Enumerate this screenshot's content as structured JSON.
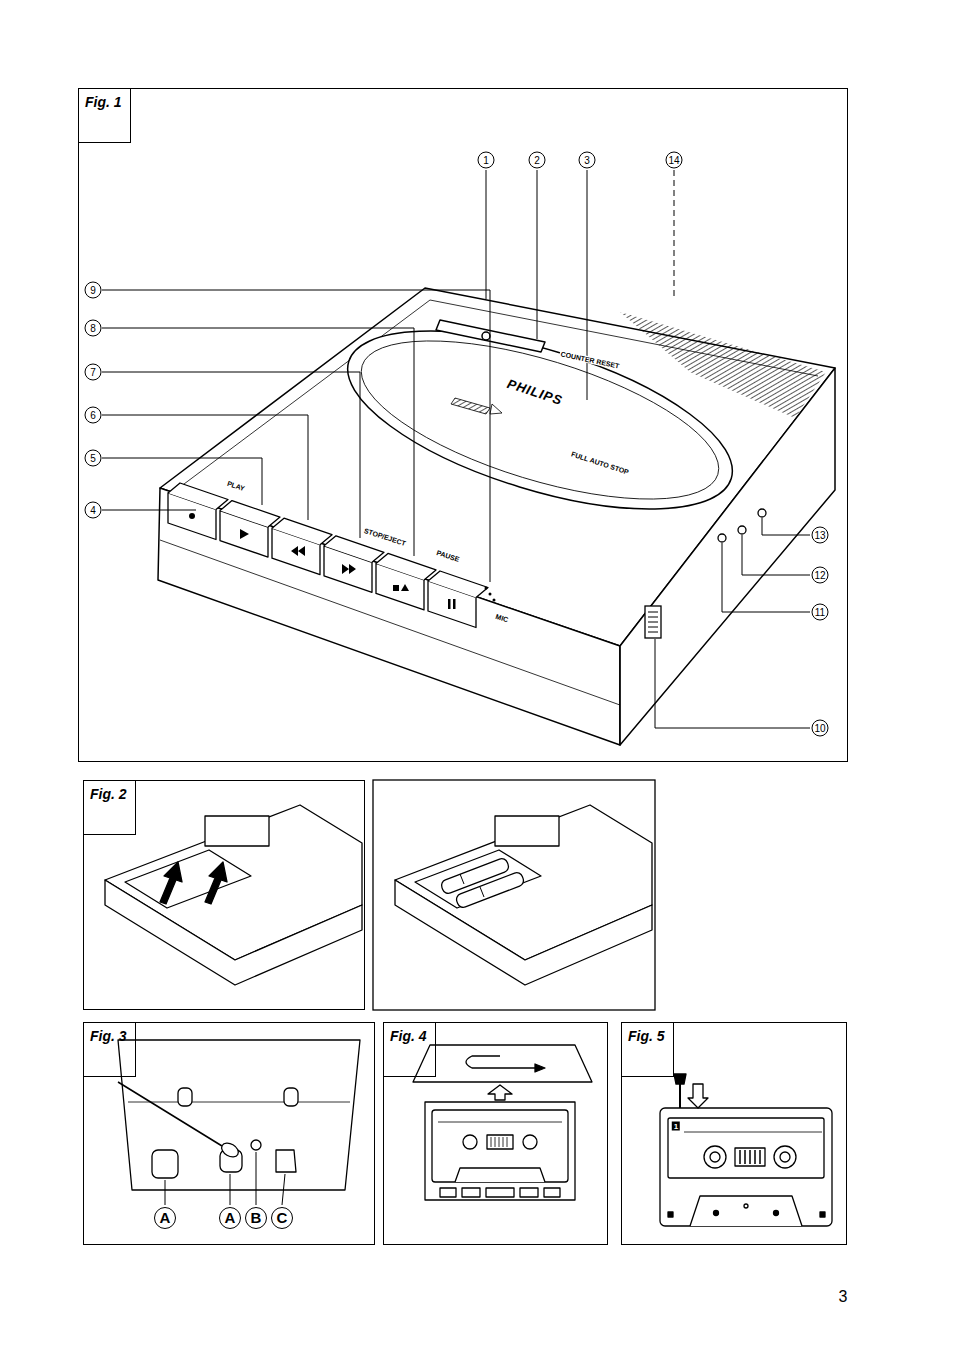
{
  "diagram": {
    "nodes": [
      {
        "text": [
          "Fig. 1"
        ]
      },
      {
        "text": [
          "Fig. 2"
        ]
      },
      {
        "text": [
          "Fig. 3"
        ]
      },
      {
        "text": [
          "Fig. 4"
        ]
      },
      {
        "text": [
          "Fig. 5"
        ]
      }
    ],
    "labels": [
      "1",
      "2",
      "3",
      "14",
      "9",
      "8",
      "7",
      "6",
      "5",
      "4",
      "13",
      "12",
      "11",
      "10",
      "COUNTER RESET",
      "PHILIPS",
      "FULL AUTO STOP",
      "PLAY",
      "STOP/EJECT",
      "PAUSE",
      "MIC",
      "A",
      "A",
      "B",
      "C",
      "1",
      "3"
    ]
  }
}
